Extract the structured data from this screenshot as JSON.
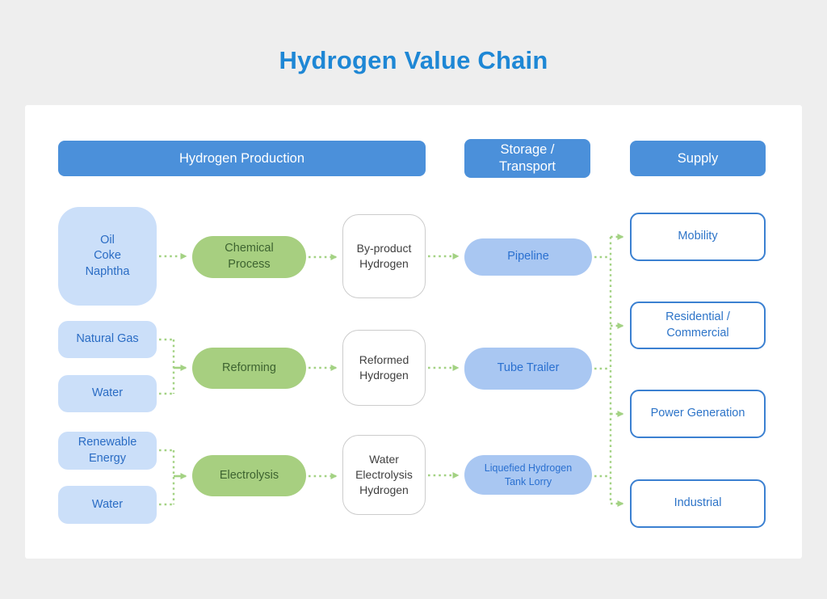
{
  "title": "Hydrogen Value Chain",
  "headers": {
    "production": "Hydrogen Production",
    "storage_transport": "Storage /\nTransport",
    "supply": "Supply"
  },
  "production": {
    "sources": [
      {
        "label": "Oil\nCoke\nNaphtha"
      },
      {
        "label": "Natural Gas"
      },
      {
        "label": "Water"
      },
      {
        "label": "Renewable\nEnergy"
      },
      {
        "label": "Water"
      }
    ],
    "processes": [
      {
        "label": "Chemical\nProcess"
      },
      {
        "label": "Reforming"
      },
      {
        "label": "Electrolysis"
      }
    ],
    "outputs": [
      {
        "label": "By-product\nHydrogen"
      },
      {
        "label": "Reformed\nHydrogen"
      },
      {
        "label": "Water\nElectrolysis\nHydrogen"
      }
    ]
  },
  "storage_transport": {
    "modes": [
      {
        "label": "Pipeline"
      },
      {
        "label": "Tube Trailer"
      },
      {
        "label": "Liquefied Hydrogen\nTank Lorry"
      }
    ]
  },
  "supply": {
    "sectors": [
      {
        "label": "Mobility"
      },
      {
        "label": "Residential /\nCommercial"
      },
      {
        "label": "Power Generation"
      },
      {
        "label": "Industrial"
      }
    ]
  },
  "colors": {
    "accent_title": "#1e87d5",
    "header_bar": "#4b90da",
    "source_fill": "#cbdff9",
    "source_text": "#2a6cc4",
    "process_fill": "#a7cf80",
    "process_text": "#3d6330",
    "output_border": "#cccccc",
    "output_text": "#3f3f3f",
    "transport_fill": "#a9c7f2",
    "transport_text": "#2a70d0",
    "supply_border": "#3b80d1",
    "supply_text": "#2d74c8",
    "connector_green": "#a3d283",
    "background": "#eeeeee",
    "card": "#ffffff"
  }
}
